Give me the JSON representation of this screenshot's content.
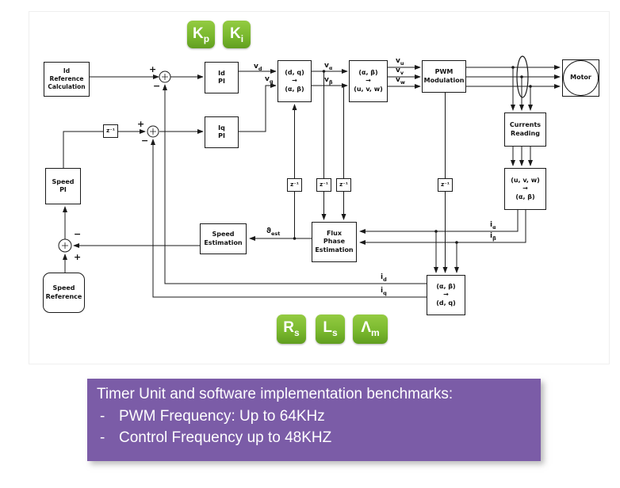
{
  "slide": {
    "badges": {
      "kp": {
        "main": "K",
        "sub": "p"
      },
      "ki": {
        "main": "K",
        "sub": "i"
      },
      "rs": {
        "main": "R",
        "sub": "s"
      },
      "ls": {
        "main": "L",
        "sub": "s"
      },
      "lm": {
        "main": "Λ",
        "sub": "m"
      }
    },
    "blocks": {
      "id_ref": "Id\nReference\nCalculation",
      "id_pi": "Id\nPI",
      "iq_pi": "Iq\nPI",
      "dq_to_ab": "(d, q)\n→\n(α, β)",
      "ab_to_uvw": "(α, β)\n→\n(u, v, w)",
      "pwm_mod": "PWM\nModulation",
      "motor": "Motor",
      "currents_reading": "Currents\nReading",
      "uvw_to_ab": "(u, v, w)\n→\n(α, β)",
      "speed_pi": "Speed\nPI",
      "speed_estimation": "Speed\nEstimation",
      "flux_phase_estimation": "Flux\nPhase\nEstimation",
      "ab_to_dq": "(α, β)\n→\n(d, q)",
      "speed_reference": "Speed\nReference",
      "delay": "z⁻¹"
    },
    "signals": {
      "vd": {
        "main": "v",
        "sub": "d"
      },
      "vq": {
        "main": "v",
        "sub": "q"
      },
      "valpha": {
        "main": "v",
        "sub": "α"
      },
      "vbeta": {
        "main": "v",
        "sub": "β"
      },
      "vu": {
        "main": "v",
        "sub": "u"
      },
      "vv": {
        "main": "v",
        "sub": "v"
      },
      "vw": {
        "main": "v",
        "sub": "w"
      },
      "theta_est": {
        "main": "ϑ",
        "sub": "est"
      },
      "ialpha": {
        "main": "i",
        "sub": "α"
      },
      "ibeta": {
        "main": "i",
        "sub": "β"
      },
      "id": {
        "main": "i",
        "sub": "d"
      },
      "iq": {
        "main": "i",
        "sub": "q"
      }
    },
    "sum_signs": {
      "plus": "+",
      "minus": "−"
    }
  },
  "panel": {
    "title": "Timer Unit and software implementation benchmarks:",
    "bullets": [
      {
        "dash": "-",
        "text": "PWM Frequency: Up to 64KHz"
      },
      {
        "dash": "-",
        "text": "Control Frequency up to 48KHZ"
      }
    ]
  },
  "colors": {
    "badge_green": "#7ab92e",
    "panel_purple": "#7b5ca7",
    "wire_black": "#1a1a1a"
  }
}
